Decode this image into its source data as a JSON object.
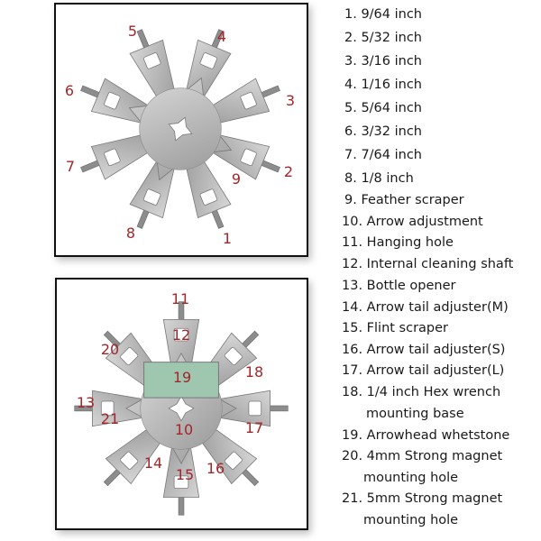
{
  "colors": {
    "label_red": "#a3262a",
    "steel": "#b9b9b9",
    "whetstone": "#9fc7b0"
  },
  "top_panel": {
    "labels": [
      "1",
      "2",
      "3",
      "4",
      "5",
      "6",
      "7",
      "8",
      "9"
    ]
  },
  "bottom_panel": {
    "labels": [
      "10",
      "11",
      "12",
      "13",
      "14",
      "15",
      "16",
      "17",
      "18",
      "19",
      "20",
      "21"
    ]
  },
  "legend": [
    "1. 9/64 inch",
    "2. 5/32 inch",
    "3. 3/16 inch",
    "4. 1/16 inch",
    "5. 5/64 inch",
    "6. 3/32 inch",
    "7. 7/64 inch",
    "8.  1/8  inch",
    "9. Feather scraper",
    "10. Arrow adjustment",
    "11. Hanging hole",
    "12. Internal cleaning shaft",
    "13. Bottle opener",
    "14. Arrow tail adjuster(M)",
    "15. Flint scraper",
    "16. Arrow tail adjuster(S)",
    "17. Arrow tail adjuster(L)",
    "18. 1/4 inch Hex wrench",
    "mounting base",
    "19. Arrowhead whetstone",
    "20. 4mm Strong magnet",
    "mounting hole",
    "21. 5mm Strong magnet",
    "mounting hole"
  ]
}
